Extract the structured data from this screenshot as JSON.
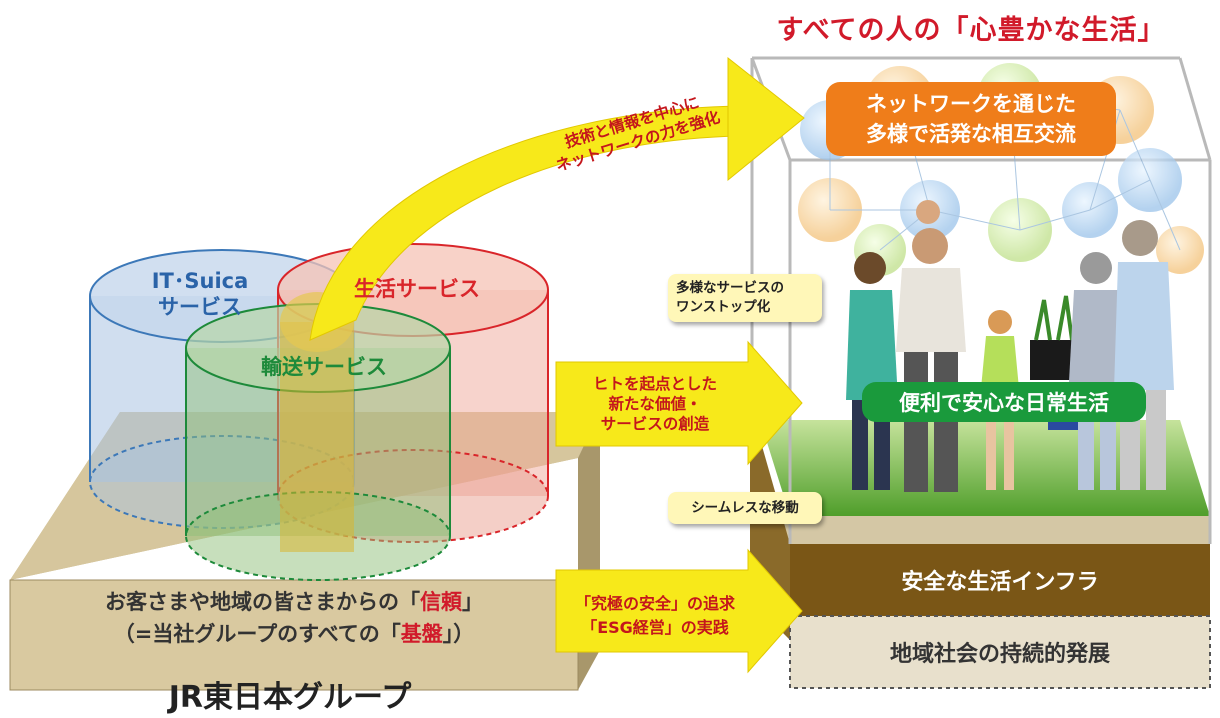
{
  "header": {
    "title": "すべての人の「心豊かな生活」"
  },
  "cylinders": {
    "it_label_line1": "IT･Suica",
    "it_label_line2": "サービス",
    "life_label": "生活サービス",
    "transport_label": "輸送サービス"
  },
  "base": {
    "line1_pre": "お客さまや地域の皆さまからの「",
    "line1_red": "信頼",
    "line1_post": "」",
    "line2_pre": "（=当社グループのすべての「",
    "line2_red": "基盤",
    "line2_post": "」）"
  },
  "group_name": "JR東日本グループ",
  "arrows": {
    "top_line1": "技術と情報を中心に",
    "top_line2": "ネットワークの力を強化",
    "mid_line1": "ヒトを起点とした",
    "mid_line2": "新たな価値・",
    "mid_line3": "サービスの創造",
    "bottom_line1": "「究極の安全」の追求",
    "bottom_line2": "「ESG経営」の実践"
  },
  "house": {
    "network_line1": "ネットワークを通じた",
    "network_line2": "多様で活発な相互交流",
    "daily_life": "便利で安心な日常生活",
    "infrastructure": "安全な生活インフラ",
    "regional": "地域社会の持続的発展"
  },
  "callouts": {
    "onestop_line1": "多様なサービスの",
    "onestop_line2": "ワンストップ化",
    "seamless": "シームレスな移動"
  },
  "colors": {
    "title_red": "#d11a2a",
    "arrow_yellow": "#f7e91a",
    "orange_pill": "#ef7d1a",
    "green_pill": "#1a9a3c",
    "brown_band": "#7a5616",
    "base_tan": "#d9c9a0"
  }
}
